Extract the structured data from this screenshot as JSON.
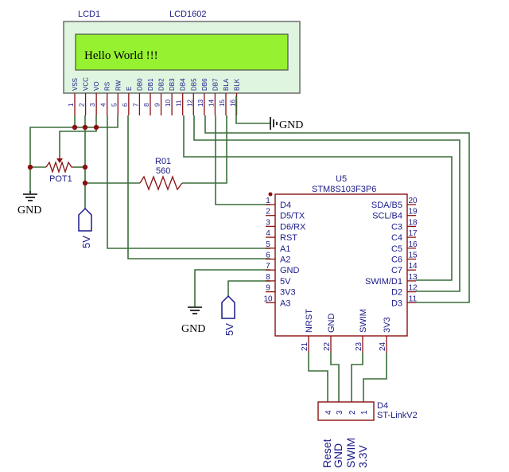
{
  "lcd": {
    "ref": "LCD1",
    "part": "LCD1602",
    "screen_text": "Hello World !!!",
    "pins": [
      {
        "num": "1",
        "name": "VSS"
      },
      {
        "num": "2",
        "name": "VCC"
      },
      {
        "num": "3",
        "name": "VO"
      },
      {
        "num": "4",
        "name": "RS"
      },
      {
        "num": "5",
        "name": "RW"
      },
      {
        "num": "6",
        "name": "E"
      },
      {
        "num": "7",
        "name": "DB0"
      },
      {
        "num": "8",
        "name": "DB1"
      },
      {
        "num": "9",
        "name": "DB2"
      },
      {
        "num": "10",
        "name": "DB3"
      },
      {
        "num": "11",
        "name": "DB4"
      },
      {
        "num": "12",
        "name": "DB5"
      },
      {
        "num": "13",
        "name": "DB6"
      },
      {
        "num": "14",
        "name": "DB7"
      },
      {
        "num": "15",
        "name": "BLA"
      },
      {
        "num": "16",
        "name": "BLK"
      }
    ]
  },
  "pot": {
    "ref": "POT1"
  },
  "resistor": {
    "ref": "R01",
    "value": "560"
  },
  "mcu": {
    "ref": "U5",
    "part": "STM8S103F3P6",
    "left_pins": [
      {
        "num": "1",
        "name": "D4"
      },
      {
        "num": "2",
        "name": "D5/TX"
      },
      {
        "num": "3",
        "name": "D6/RX"
      },
      {
        "num": "4",
        "name": "RST"
      },
      {
        "num": "5",
        "name": "A1"
      },
      {
        "num": "6",
        "name": "A2"
      },
      {
        "num": "7",
        "name": "GND"
      },
      {
        "num": "8",
        "name": "5V"
      },
      {
        "num": "9",
        "name": "3V3"
      },
      {
        "num": "10",
        "name": "A3"
      }
    ],
    "right_pins": [
      {
        "num": "20",
        "name": "SDA/B5"
      },
      {
        "num": "19",
        "name": "SCL/B4"
      },
      {
        "num": "18",
        "name": "C3"
      },
      {
        "num": "17",
        "name": "C4"
      },
      {
        "num": "16",
        "name": "C5"
      },
      {
        "num": "15",
        "name": "C6"
      },
      {
        "num": "14",
        "name": "C7"
      },
      {
        "num": "13",
        "name": "SWIM/D1"
      },
      {
        "num": "12",
        "name": "D2"
      },
      {
        "num": "11",
        "name": "D3"
      }
    ],
    "bottom_pins": [
      {
        "num": "21",
        "name": "NRST"
      },
      {
        "num": "22",
        "name": "GND"
      },
      {
        "num": "23",
        "name": "SWIM"
      },
      {
        "num": "24",
        "name": "3V3"
      }
    ]
  },
  "stlink": {
    "ref": "D4",
    "part": "ST-LinkV2",
    "pins": [
      "4",
      "3",
      "2",
      "1"
    ],
    "labels": [
      "Reset",
      "GND",
      "SWIM",
      "3.3V"
    ]
  },
  "power": {
    "gnd_label": "GND",
    "v5_label": "5V"
  },
  "colors": {
    "lcd_screen": "#96f230",
    "lcd_body": "#dff5df",
    "wire": "#3a6f3a",
    "component": "#8a1010",
    "label": "#1a1a8a"
  }
}
